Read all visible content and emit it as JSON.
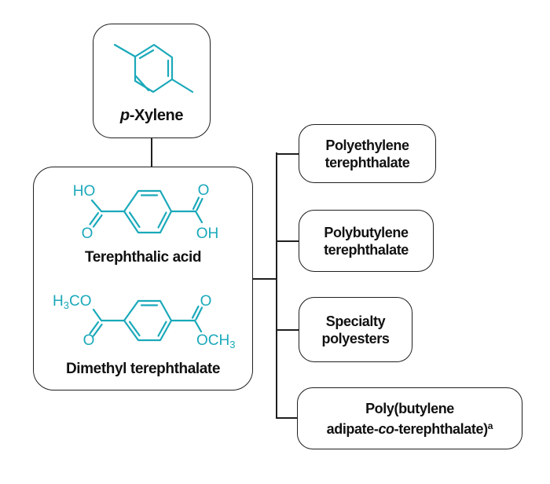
{
  "colors": {
    "structure_teal": "#1aa9ba",
    "box_border": "#1f1f1f",
    "connector": "#1f1f1f",
    "text": "#111111",
    "background": "#ffffff"
  },
  "source_box": {
    "name_italic": "p",
    "name_rest": "-Xylene"
  },
  "feedstock_box": {
    "terephthalic_acid": {
      "label": "Terephthalic acid",
      "atoms": {
        "top_left": "HO",
        "bottom_left": "O",
        "top_right": "O",
        "bottom_right": "OH"
      }
    },
    "dimethyl_terephthalate": {
      "label": "Dimethyl terephthalate",
      "atoms": {
        "top_left_h": "H",
        "top_left_sub": "3",
        "top_left_rest": "CO",
        "bottom_left": "O",
        "top_right": "O",
        "bottom_right_main": "OCH",
        "bottom_right_sub": "3"
      }
    }
  },
  "products": [
    {
      "line1": "Polyethylene",
      "line2": "terephthalate"
    },
    {
      "line1": "Polybutylene",
      "line2": "terephthalate"
    },
    {
      "line1": "Specialty",
      "line2": "polyesters"
    },
    {
      "line1": "Poly(butylene",
      "line2_pre": "adipate-",
      "line2_italic": "co",
      "line2_post": "-terephthalate)",
      "line2_sup": "a"
    }
  ]
}
